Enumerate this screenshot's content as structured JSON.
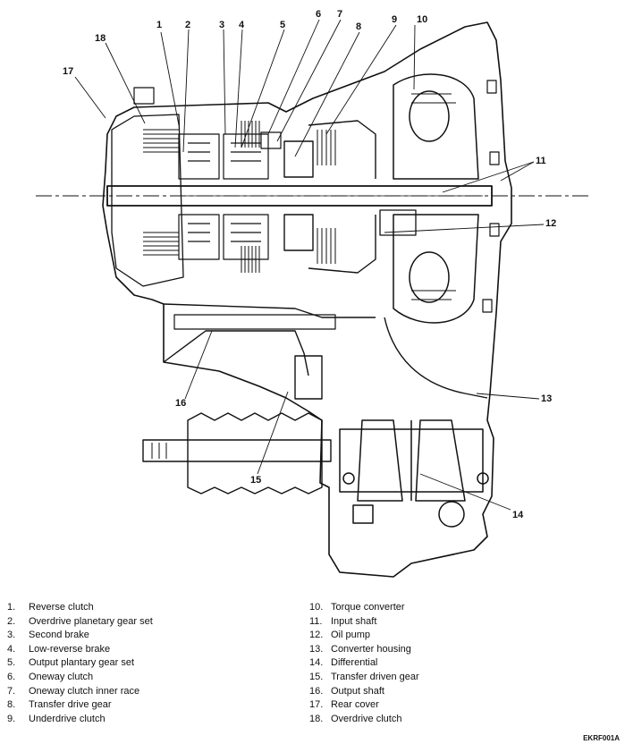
{
  "callouts": [
    {
      "id": "1",
      "text": "1"
    },
    {
      "id": "2",
      "text": "2"
    },
    {
      "id": "3",
      "text": "3"
    },
    {
      "id": "4",
      "text": "4"
    },
    {
      "id": "5",
      "text": "5"
    },
    {
      "id": "6",
      "text": "6"
    },
    {
      "id": "7",
      "text": "7"
    },
    {
      "id": "8",
      "text": "8"
    },
    {
      "id": "9",
      "text": "9"
    },
    {
      "id": "10",
      "text": "10"
    },
    {
      "id": "11",
      "text": "11"
    },
    {
      "id": "12",
      "text": "12"
    },
    {
      "id": "13",
      "text": "13"
    },
    {
      "id": "14",
      "text": "14"
    },
    {
      "id": "15",
      "text": "15"
    },
    {
      "id": "16",
      "text": "16"
    },
    {
      "id": "17",
      "text": "17"
    },
    {
      "id": "18",
      "text": "18"
    }
  ],
  "legend": [
    {
      "num": "1.",
      "label": "Reverse clutch"
    },
    {
      "num": "2.",
      "label": "Overdrive planetary gear set"
    },
    {
      "num": "3.",
      "label": "Second brake"
    },
    {
      "num": "4.",
      "label": "Low-reverse brake"
    },
    {
      "num": "5.",
      "label": "Output plantary gear set"
    },
    {
      "num": "6.",
      "label": "Oneway clutch"
    },
    {
      "num": "7.",
      "label": "Oneway clutch inner race"
    },
    {
      "num": "8.",
      "label": "Transfer drive gear"
    },
    {
      "num": "9.",
      "label": "Underdrive clutch"
    },
    {
      "num": "10.",
      "label": "Torque converter"
    },
    {
      "num": "11.",
      "label": "Input shaft"
    },
    {
      "num": "12.",
      "label": "Oil pump"
    },
    {
      "num": "13.",
      "label": "Converter housing"
    },
    {
      "num": "14.",
      "label": "Differential"
    },
    {
      "num": "15.",
      "label": "Transfer driven gear"
    },
    {
      "num": "16.",
      "label": "Output shaft"
    },
    {
      "num": "17.",
      "label": "Rear cover"
    },
    {
      "num": "18.",
      "label": "Overdrive clutch"
    }
  ],
  "figure_code": "EKRF001A",
  "colors": {
    "ink": "#111111",
    "background": "#ffffff"
  }
}
